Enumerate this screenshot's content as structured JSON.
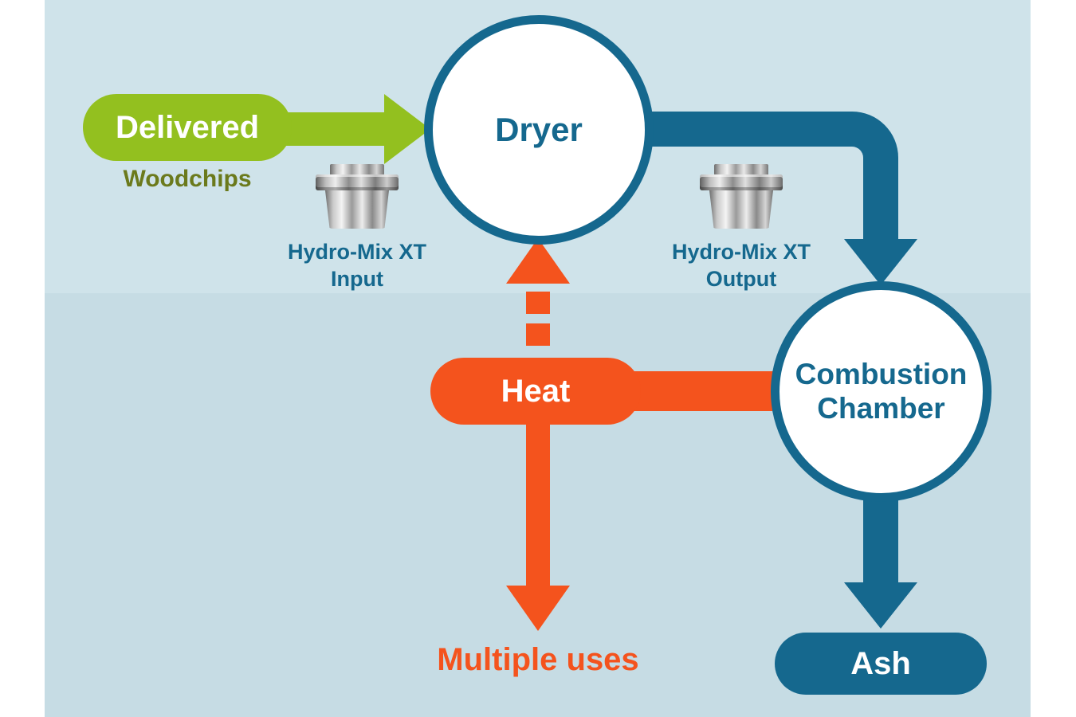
{
  "colors": {
    "background_upper": "#cfe3ea",
    "background_lower": "#c6dce4",
    "side_margins": "#ffffff",
    "green": "#93c01f",
    "olive_text": "#6b7a1c",
    "teal": "#15688e",
    "orange": "#f4531d",
    "node_fill": "#ffffff"
  },
  "nodes": {
    "delivered": {
      "label": "Delivered"
    },
    "woodchips": {
      "label": "Woodchips"
    },
    "dryer": {
      "label": "Dryer"
    },
    "hydro_input": {
      "line1": "Hydro-Mix XT",
      "line2": "Input"
    },
    "hydro_output": {
      "line1": "Hydro-Mix XT",
      "line2": "Output"
    },
    "combustion": {
      "line1": "Combustion",
      "line2": "Chamber"
    },
    "heat": {
      "label": "Heat"
    },
    "multiple_uses": {
      "label": "Multiple uses"
    },
    "ash": {
      "label": "Ash"
    }
  },
  "edges": [
    {
      "from": "Delivered Woodchips",
      "to": "Dryer",
      "color": "green",
      "style": "solid-arrow"
    },
    {
      "from": "Dryer",
      "to": "Combustion Chamber",
      "color": "teal",
      "style": "solid-arrow"
    },
    {
      "from": "Combustion Chamber",
      "to": "Heat",
      "color": "orange",
      "style": "solid"
    },
    {
      "from": "Heat",
      "to": "Dryer",
      "color": "orange",
      "style": "dashed-arrow"
    },
    {
      "from": "Heat",
      "to": "Multiple uses",
      "color": "orange",
      "style": "solid-arrow"
    },
    {
      "from": "Combustion Chamber",
      "to": "Ash",
      "color": "teal",
      "style": "solid-arrow"
    }
  ]
}
